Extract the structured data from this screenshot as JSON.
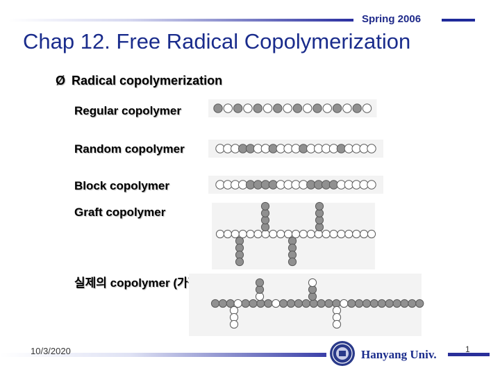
{
  "header": {
    "season": "Spring 2006",
    "title": "Chap 12. Free Radical Copolymerization"
  },
  "bullet": {
    "arrow": "Ø",
    "text": "Radical copolymerization"
  },
  "types": [
    {
      "label": "Regular copolymer"
    },
    {
      "label": "Random copolymer"
    },
    {
      "label": "Block copolymer"
    },
    {
      "label": "Graft copolymer"
    },
    {
      "label": "실제의 copolymer (가정)"
    }
  ],
  "chains": {
    "regular": [
      1,
      0,
      1,
      0,
      1,
      0,
      1,
      0,
      1,
      0,
      1,
      0,
      1,
      0,
      1,
      0
    ],
    "random": [
      0,
      0,
      0,
      1,
      1,
      0,
      0,
      1,
      0,
      0,
      0,
      1,
      0,
      0,
      0,
      0,
      1,
      0,
      0,
      0,
      0
    ],
    "block": [
      0,
      0,
      0,
      0,
      1,
      1,
      1,
      1,
      0,
      0,
      0,
      0,
      1,
      1,
      1,
      1,
      0,
      0,
      0,
      0,
      0
    ]
  },
  "footer": {
    "date": "10/3/2020",
    "university": "Hanyang Univ.",
    "page": "1"
  },
  "colors": {
    "title": "#1a2c8c",
    "filled_bead": "#909090",
    "empty_bead": "#ffffff",
    "bead_stroke": "#5a5a5a"
  }
}
